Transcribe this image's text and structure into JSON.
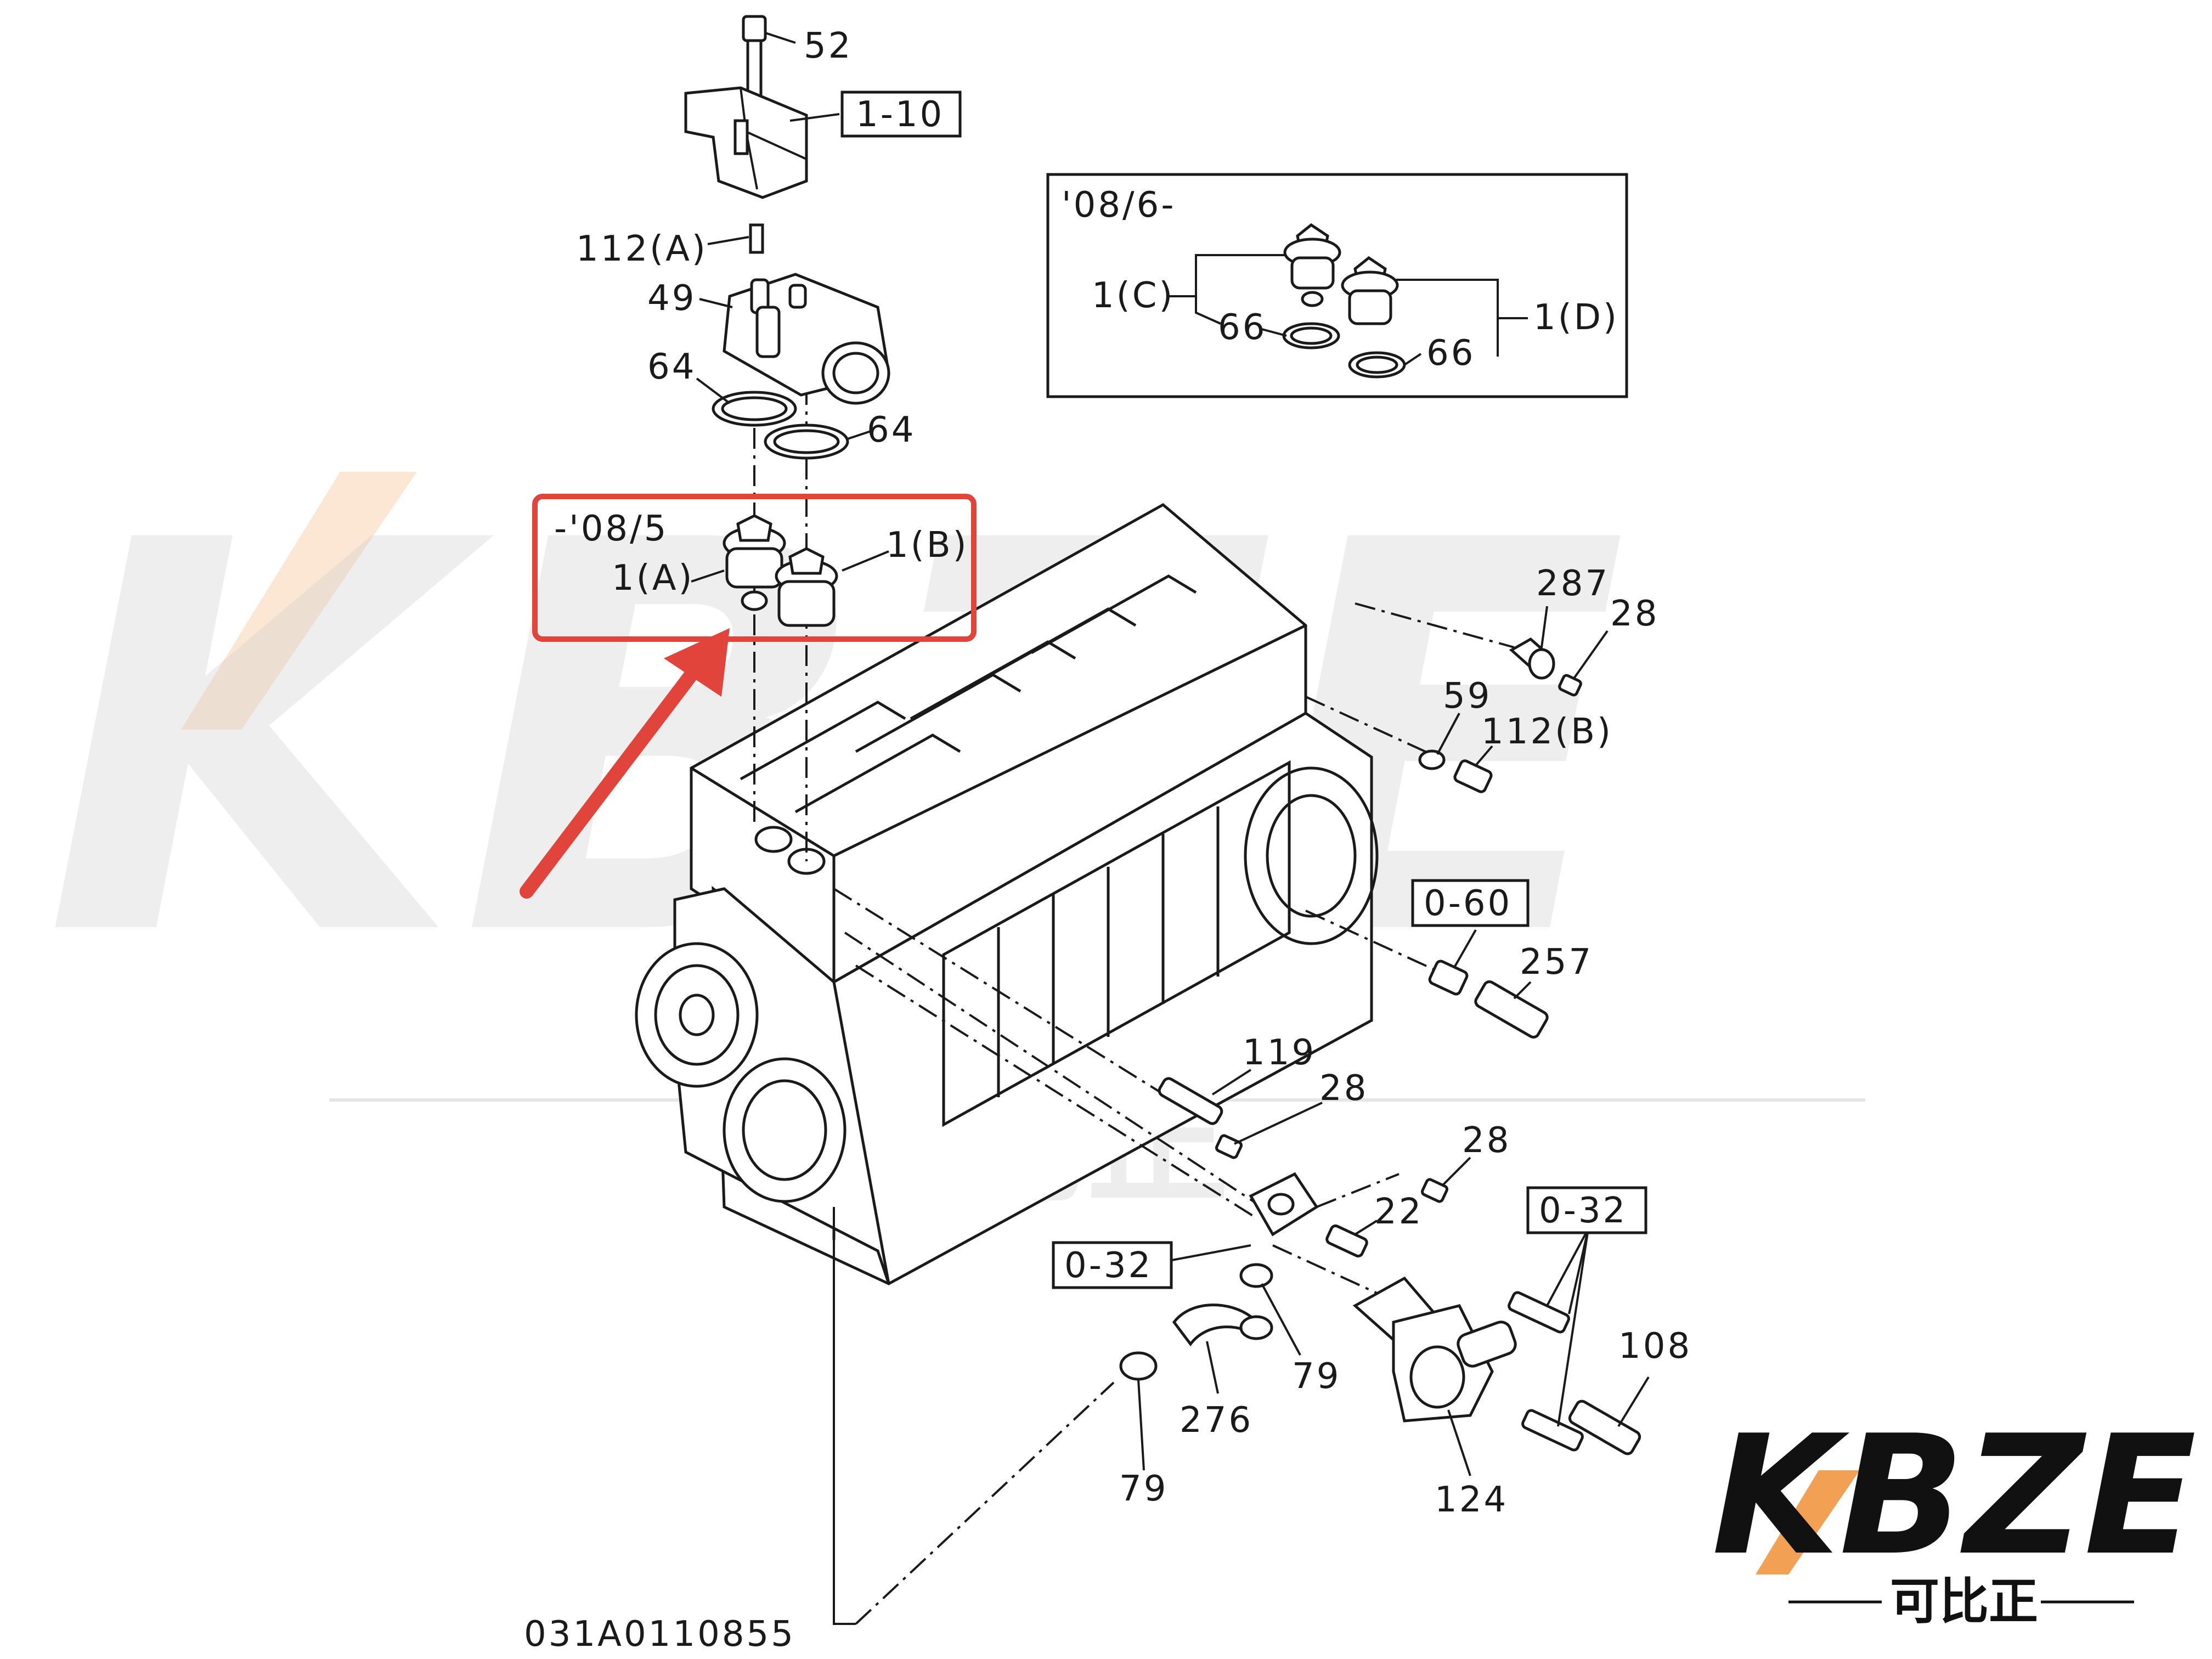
{
  "diagram": {
    "figure_code": "031A0110855",
    "callouts": {
      "c52": "52",
      "c1_10": "1-10",
      "c112a": "112(A)",
      "c49": "49",
      "c64a": "64",
      "c64b": "64",
      "c287": "287",
      "c28a": "28",
      "c59": "59",
      "c112b": "112(B)",
      "c0_60": "0-60",
      "c257": "257",
      "c119": "119",
      "c28b": "28",
      "c28c": "28",
      "c22": "22",
      "c0_32a": "0-32",
      "c0_32b": "0-32",
      "c79a": "79",
      "c79b": "79",
      "c276": "276",
      "c124": "124",
      "c108": "108"
    },
    "inset_new": {
      "date": "'08/6-",
      "l1c": "1(C)",
      "l66a": "66",
      "l1d": "1(D)",
      "l66b": "66"
    },
    "inset_old": {
      "date": "-'08/5",
      "l1a": "1(A)",
      "l1b": "1(B)"
    }
  },
  "watermark": {
    "text": "KBZE",
    "sub": "可比正"
  },
  "logo": {
    "text": "KBZE",
    "sub": "可比正"
  },
  "colors": {
    "highlight": "#e0443a",
    "accent": "#f2a154",
    "line": "#1a1a1a"
  }
}
